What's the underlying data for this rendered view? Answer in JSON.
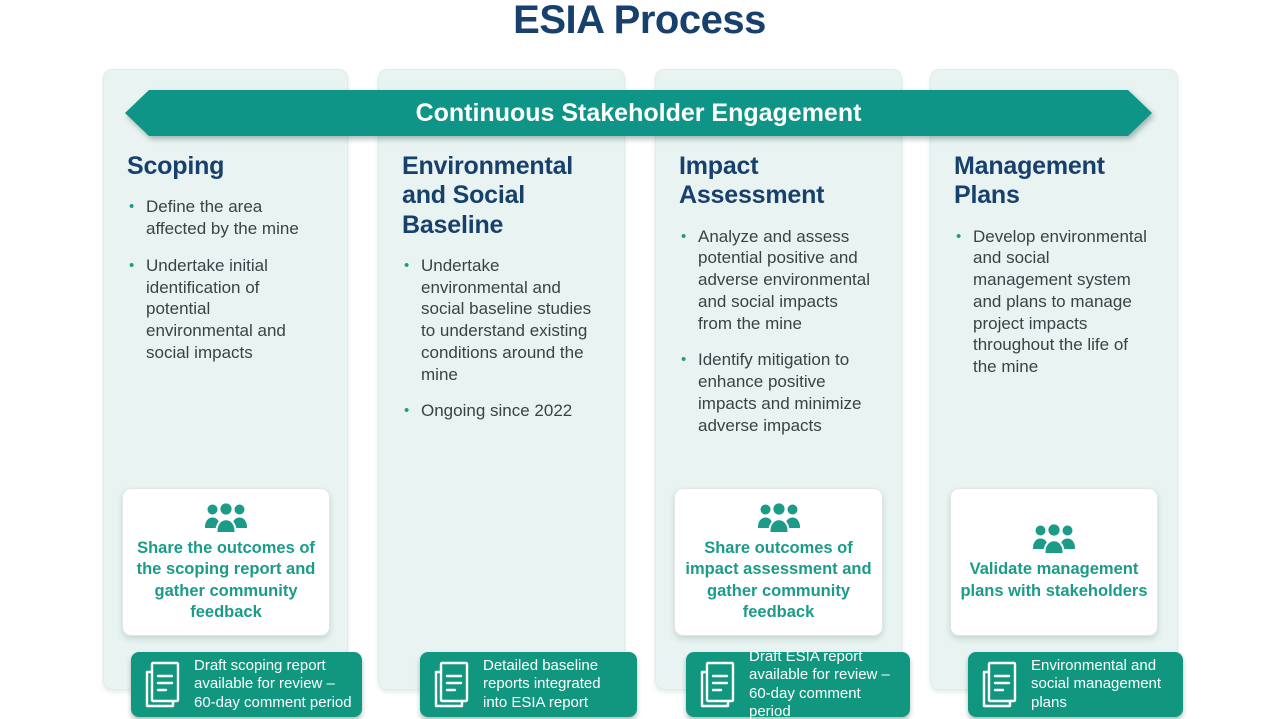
{
  "title": "ESIA Process",
  "banner": {
    "label": "Continuous Stakeholder Engagement"
  },
  "colors": {
    "banner_teal": "#0f9588",
    "badge_teal": "#11977f",
    "heading_navy": "#17406d",
    "card_text_teal": "#1b9b88",
    "column_background": "#e9f4f2",
    "body_text": "#3b4247"
  },
  "columns": [
    {
      "heading": "Scoping",
      "bullets": [
        "Define the area affected by the mine",
        "Undertake initial identification of potential environmental and social impacts"
      ],
      "card": {
        "icon": "people-group-icon",
        "text": "Share the outcomes of the scoping report and gather community feedback"
      },
      "badge": {
        "icon": "documents-icon",
        "text": "Draft scoping report available  for review – 60-day comment period"
      }
    },
    {
      "heading": "Environmental and Social Baseline",
      "bullets": [
        "Undertake environmental and social baseline studies to understand existing conditions around the mine",
        "Ongoing since 2022"
      ],
      "badge": {
        "icon": "documents-icon",
        "text": "Detailed baseline reports integrated into ESIA report"
      }
    },
    {
      "heading": "Impact Assessment",
      "bullets": [
        "Analyze and assess potential positive and adverse environmental and social impacts from the mine",
        "Identify mitigation to enhance positive impacts and minimize adverse impacts"
      ],
      "card": {
        "icon": "people-group-icon",
        "text": "Share outcomes of impact assessment and gather community feedback"
      },
      "badge": {
        "icon": "documents-icon",
        "text": "Draft ESIA report available for review – 60-day comment period"
      }
    },
    {
      "heading": "Management Plans",
      "bullets": [
        "Develop environmental and social management system and plans to manage project impacts throughout the life of the mine"
      ],
      "card": {
        "icon": "people-group-icon",
        "text": "Validate management plans with stakeholders"
      },
      "badge": {
        "icon": "documents-icon",
        "text": "Environmental and social management plans"
      }
    }
  ]
}
